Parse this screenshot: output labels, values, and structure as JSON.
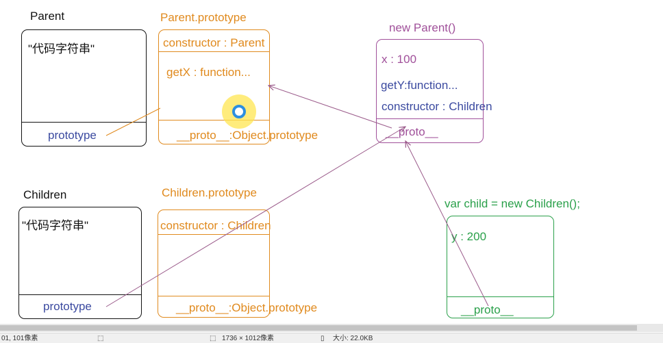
{
  "parent": {
    "title": "Parent",
    "body_text": "\"代码字符串\"",
    "prototype_label": "prototype"
  },
  "parent_prototype": {
    "title": "Parent.prototype",
    "constructor_text": "constructor : Parent",
    "method_text": "getX : function...",
    "proto_text": "__proto__:Object.prototype"
  },
  "new_parent": {
    "title": "new Parent()",
    "x_text": "x : 100",
    "method_text": "getY:function...",
    "constructor_text": "constructor : Children",
    "proto_text": "__proto__"
  },
  "children": {
    "title": "Children",
    "body_text": "\"代码字符串\"",
    "prototype_label": "prototype"
  },
  "children_prototype": {
    "title": "Children.prototype",
    "constructor_text": "constructor : Children",
    "proto_text": "__proto__:Object.prototype"
  },
  "child_instance": {
    "title": "var child = new Children();",
    "y_text": "y : 200",
    "proto_text": "__proto__"
  },
  "status_bar": {
    "position_text": "01, 101像素",
    "size_text": "1736 × 1012像素",
    "filesize_text": "大小: 22.0KB"
  },
  "colors": {
    "black": "#111111",
    "orange": "#e08a1e",
    "purple": "#a0509a",
    "navy": "#3b4aa0",
    "green": "#2aa04a",
    "arrow": "#9a5a8a"
  }
}
